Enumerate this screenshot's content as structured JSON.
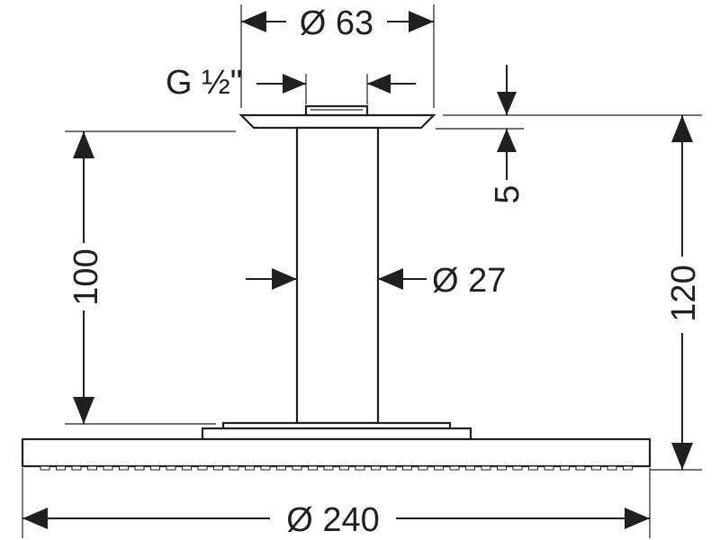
{
  "drawing": {
    "dimensions": {
      "top_diameter": "Ø 63",
      "thread": "G ½\"",
      "flange_thickness": "5",
      "arm_length": "100",
      "arm_diameter": "Ø 27",
      "total_height": "120",
      "head_diameter": "Ø 240"
    },
    "line_color": "#231f20",
    "background_color": "#ffffff"
  }
}
